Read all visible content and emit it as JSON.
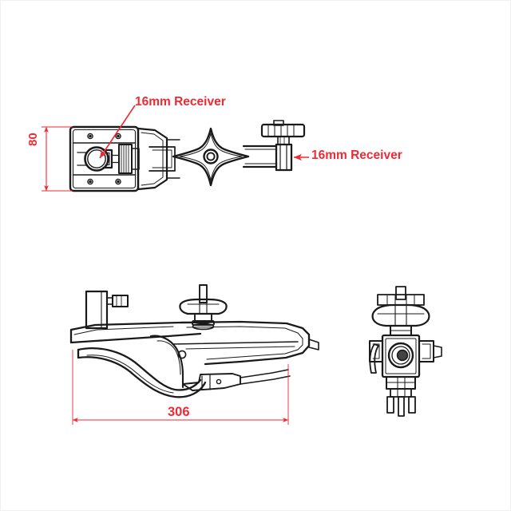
{
  "drawing": {
    "title": "Clamp assembly technical drawing",
    "background_color": "#ffffff",
    "line_color": "#1a1a1a",
    "annotation_color": "#ee2a35",
    "views": [
      {
        "name": "top-view",
        "label": "Top view of clamp with 16mm receiver plate and star knob"
      },
      {
        "name": "side-view",
        "label": "Side elevation of clamp jaw and arm"
      },
      {
        "name": "front-view",
        "label": "Front elevation of clamp head"
      }
    ]
  },
  "annotations": {
    "receiver_top": {
      "text": "16mm Receiver",
      "color": "#ee2a35"
    },
    "receiver_right": {
      "text": "16mm Receiver",
      "color": "#ee2a35"
    }
  },
  "dimensions": {
    "height": {
      "value": "80",
      "unit": "mm",
      "orientation": "vertical",
      "color": "#ee2a35"
    },
    "length": {
      "value": "306",
      "unit": "mm",
      "orientation": "horizontal",
      "color": "#ee2a35"
    }
  },
  "icons": {
    "arrow_marker": "arrow-head-icon",
    "leader_line": "leader-line-icon",
    "dimension_tick": "dimension-tick-icon"
  }
}
